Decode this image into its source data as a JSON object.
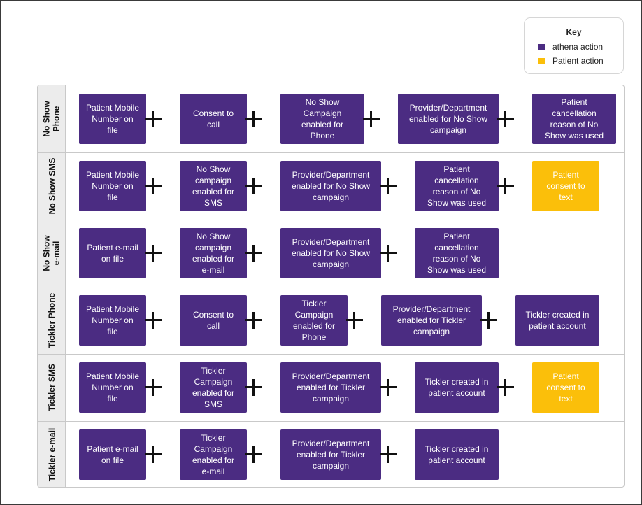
{
  "colors": {
    "athena": "#4b2c82",
    "patient": "#fbbf0a"
  },
  "key": {
    "title": "Key",
    "items": [
      {
        "label": "athena action",
        "color": "#4b2c82"
      },
      {
        "label": "Patient action",
        "color": "#fbbf0a"
      }
    ]
  },
  "rows": [
    {
      "label": "No Show\nPhone",
      "steps": [
        {
          "text": "Patient Mobile\nNumber on\nfile",
          "actor": "athena"
        },
        {
          "text": "Consent to\ncall",
          "actor": "athena"
        },
        {
          "text": "No Show\nCampaign\nenabled for\nPhone",
          "actor": "athena"
        },
        {
          "text": "Provider/Department\nenabled for No Show\ncampaign",
          "actor": "athena"
        },
        {
          "text": "Patient\ncancellation\nreason of No\nShow was used",
          "actor": "athena"
        }
      ]
    },
    {
      "label": "No Show SMS",
      "steps": [
        {
          "text": "Patient Mobile\nNumber on\nfile",
          "actor": "athena"
        },
        {
          "text": "No Show\ncampaign\nenabled for\nSMS",
          "actor": "athena"
        },
        {
          "text": "Provider/Department\nenabled for No Show\ncampaign",
          "actor": "athena"
        },
        {
          "text": "Patient\ncancellation\nreason of No\nShow was used",
          "actor": "athena"
        },
        {
          "text": "Patient\nconsent to\ntext",
          "actor": "patient"
        }
      ]
    },
    {
      "label": "No Show\ne-mail",
      "steps": [
        {
          "text": "Patient e-mail\non file",
          "actor": "athena"
        },
        {
          "text": "No Show\ncampaign\nenabled for\ne-mail",
          "actor": "athena"
        },
        {
          "text": "Provider/Department\nenabled for No Show\ncampaign",
          "actor": "athena"
        },
        {
          "text": "Patient\ncancellation\nreason of No\nShow was used",
          "actor": "athena"
        }
      ]
    },
    {
      "label": "Tickler Phone",
      "steps": [
        {
          "text": "Patient Mobile\nNumber on\nfile",
          "actor": "athena"
        },
        {
          "text": "Consent to\ncall",
          "actor": "athena"
        },
        {
          "text": "Tickler\nCampaign\nenabled for\nPhone",
          "actor": "athena"
        },
        {
          "text": "Provider/Department\nenabled for Tickler\ncampaign",
          "actor": "athena"
        },
        {
          "text": "Tickler created in\npatient account",
          "actor": "athena"
        }
      ]
    },
    {
      "label": "Tickler SMS",
      "steps": [
        {
          "text": "Patient Mobile\nNumber on\nfile",
          "actor": "athena"
        },
        {
          "text": "Tickler\nCampaign\nenabled for\nSMS",
          "actor": "athena"
        },
        {
          "text": "Provider/Department\nenabled for Tickler\ncampaign",
          "actor": "athena"
        },
        {
          "text": "Tickler created in\npatient account",
          "actor": "athena"
        },
        {
          "text": "Patient\nconsent to\ntext",
          "actor": "patient"
        }
      ]
    },
    {
      "label": "Tickler e-mail",
      "steps": [
        {
          "text": "Patient e-mail\non file",
          "actor": "athena"
        },
        {
          "text": "Tickler\nCampaign\nenabled for\ne-mail",
          "actor": "athena"
        },
        {
          "text": "Provider/Department\nenabled for Tickler\ncampaign",
          "actor": "athena"
        },
        {
          "text": "Tickler created in\npatient account",
          "actor": "athena"
        }
      ]
    }
  ]
}
